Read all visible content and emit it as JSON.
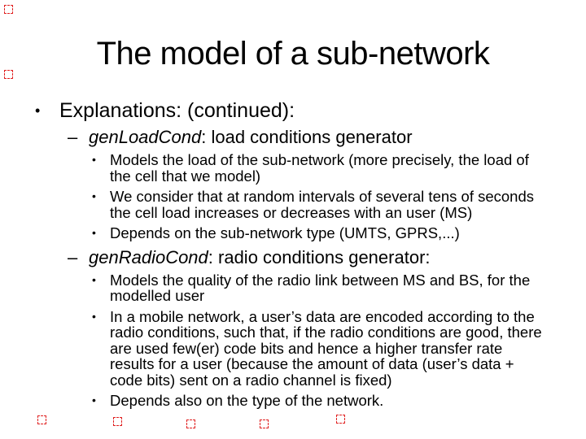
{
  "slide": {
    "title": "The model of a sub-network",
    "bullet1": "Explanations: (continued):",
    "sections": [
      {
        "term": "genLoadCond",
        "desc": ": load conditions generator",
        "points": [
          "Models the load of the sub-network (more precisely, the load of the cell that we model)",
          "We consider that at random intervals of several tens of seconds the cell load increases or decreases with an user (MS)",
          "Depends on the sub-network type (UMTS, GPRS,...)"
        ]
      },
      {
        "term": "genRadioCond",
        "desc": ": radio conditions generator:",
        "points": [
          "Models the quality of the radio link between MS and BS, for the modelled user",
          "In a mobile network, a user’s data are encoded according to the radio conditions, such that, if the radio conditions are good, there are used few(er) code bits and hence a higher transfer rate results for a user (because the amount of data (user’s data + code bits) sent on a radio channel is fixed)",
          "Depends also on the type of the network."
        ]
      }
    ]
  },
  "glyphs": {
    "bullet": "•",
    "dash": "–"
  },
  "colors": {
    "text": "#000000",
    "background": "#ffffff",
    "marker_red": "#e02020"
  }
}
